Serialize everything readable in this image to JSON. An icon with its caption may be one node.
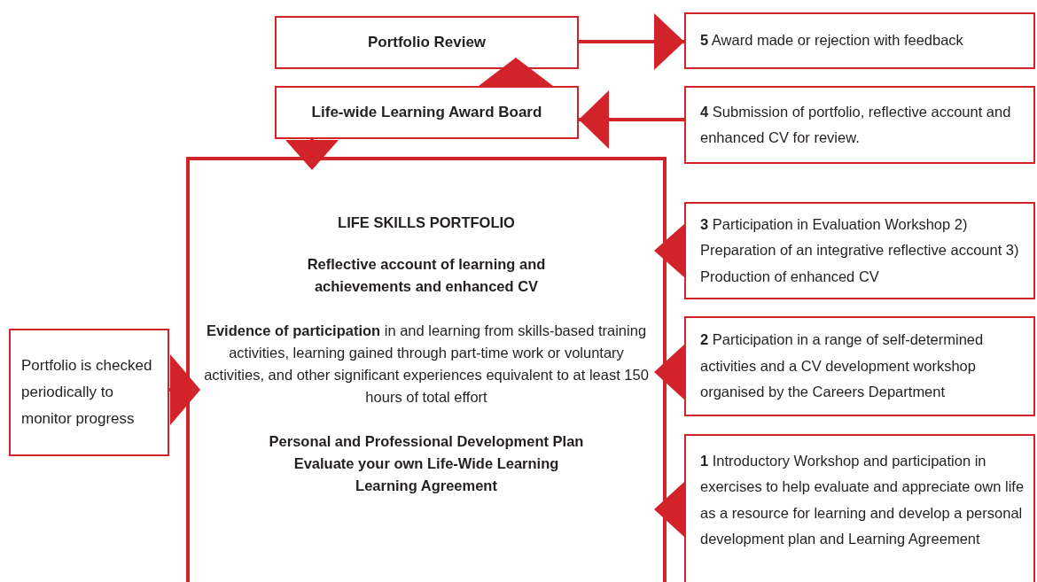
{
  "diagram": {
    "nodes": [
      {
        "text": [
          "Portfolio Review"
        ]
      },
      {
        "text": [
          "**5** Award made or rejection with feedback"
        ]
      },
      {
        "text": [
          "Life-wide Learning Award Board"
        ]
      },
      {
        "text": [
          "**4** Submission of portfolio, reflective account and enhanced CV for review."
        ]
      },
      {
        "text": [
          "LIFE SKILLS PORTFOLIO",
          "Reflective account of learning and achievements and enhanced CV",
          "**Evidence of participation** in and learning from skills-based training activities, learning gained through part-time work or voluntary activities, and other significant experiences equivalent to at least 150 hours of total effort",
          "Personal and Professional Development Plan",
          "Evaluate your own Life-Wide Learning",
          "Learning Agreement"
        ]
      },
      {
        "text": [
          "**3** Participation in Evaluation Workshop 2) Preparation of an integrative reflective account 3) Production of enhanced CV"
        ]
      },
      {
        "text": [
          "**2** Participation in a range of self-determined activities and a CV development workshop organised by the Careers Department"
        ]
      },
      {
        "text": [
          "**1** Introductory Workshop and participation in exercises to help evaluate and appreciate own life as a resource for learning and develop a personal development plan and Learning Agreement"
        ]
      },
      {
        "text": [
          "Portfolio is checked periodically to monitor progress"
        ]
      }
    ],
    "edges": [
      {
        "from": 0,
        "to": 1,
        "arrow": "to"
      },
      {
        "from": 2,
        "to": 0,
        "arrow": "to"
      },
      {
        "from": 3,
        "to": 2,
        "arrow": "to"
      },
      {
        "from": 2,
        "to": 4,
        "arrow": "to"
      },
      {
        "from": 5,
        "to": 4,
        "arrow": "to"
      },
      {
        "from": 6,
        "to": 4,
        "arrow": "to"
      },
      {
        "from": 7,
        "to": 4,
        "arrow": "to"
      },
      {
        "from": 8,
        "to": 4,
        "arrow": "to"
      }
    ]
  }
}
